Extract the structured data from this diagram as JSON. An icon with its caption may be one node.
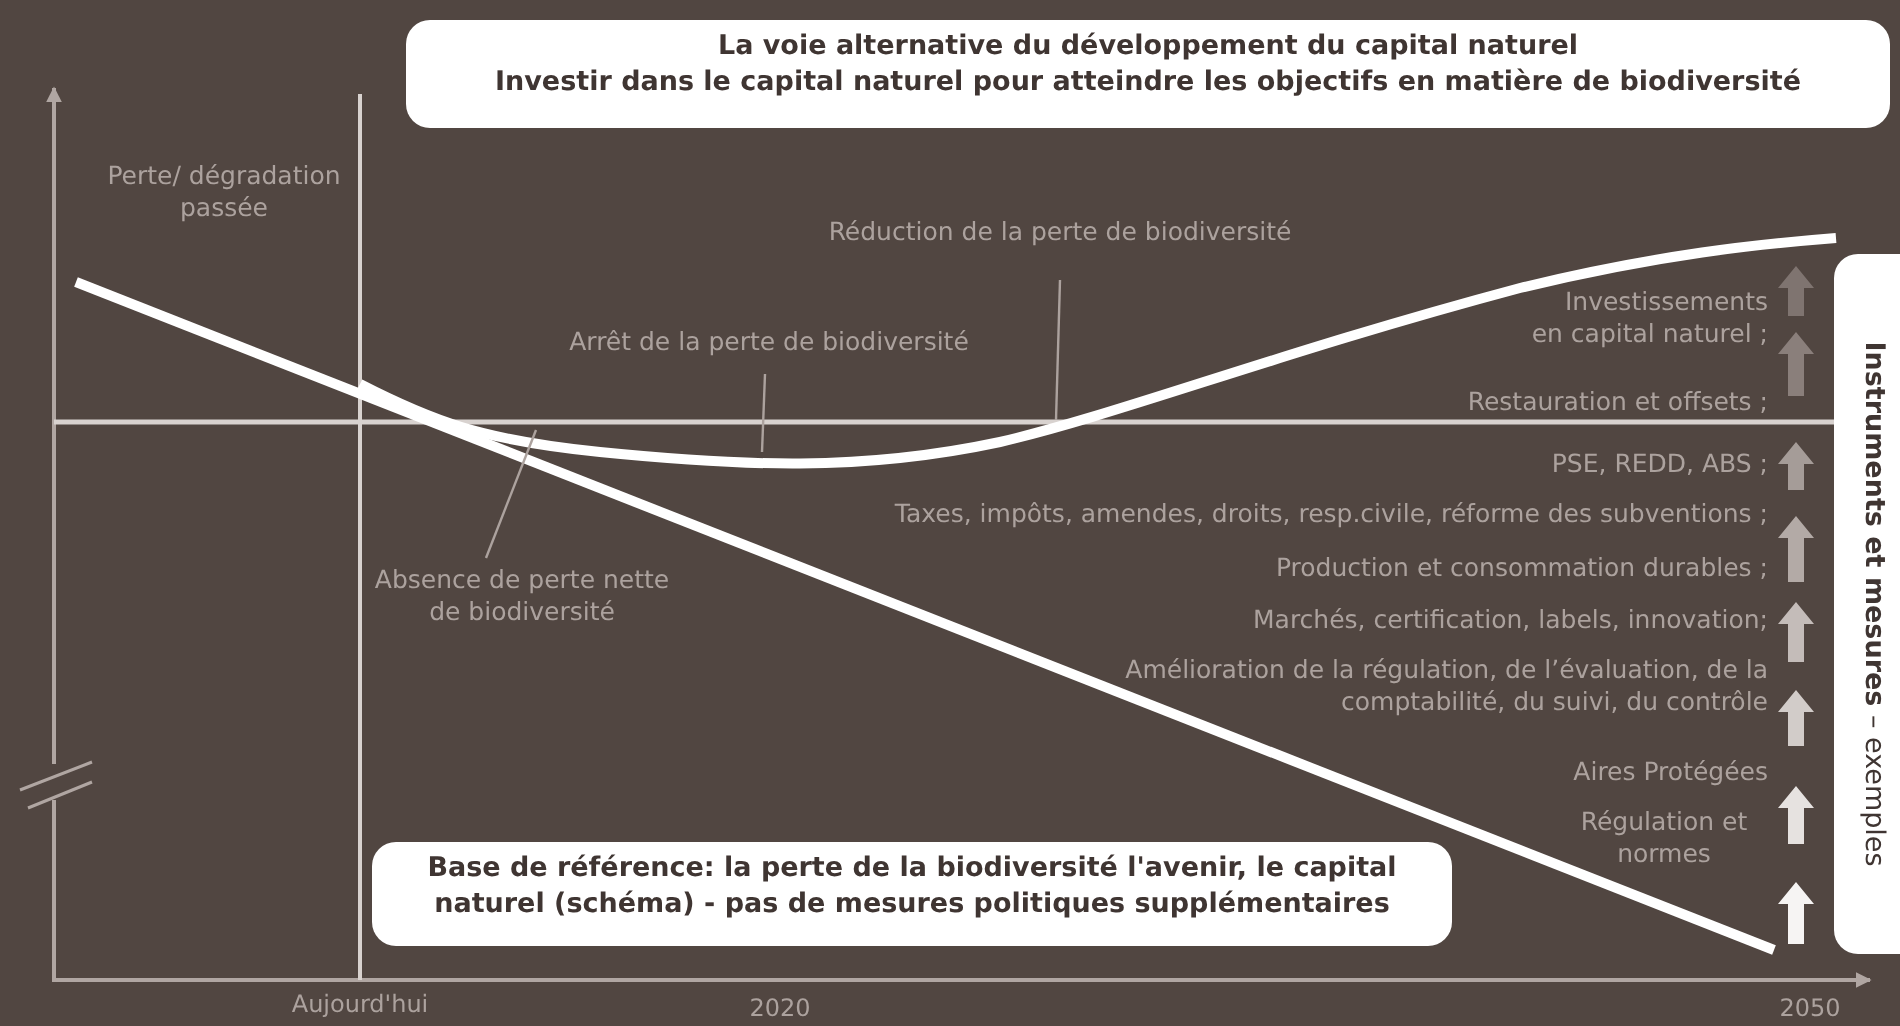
{
  "diagram": {
    "nodes": [
      {
        "text": [
          "La voie alternative du développement du capital naturel",
          "Investir dans le capital naturel pour atteindre les objectifs en matière de biodiversité"
        ]
      },
      {
        "text": [
          "Base de référence: la perte de la biodiversité l'avenir, le capital naturel (schéma) - pas de mesures politiques supplémentaires"
        ]
      },
      {
        "text": [
          "**Instruments et mesures** – exemples"
        ]
      },
      {
        "text": [
          "Réduction de la perte de biodiversité"
        ]
      },
      {
        "text": [
          "Arrêt de la perte de biodiversité"
        ]
      },
      {
        "text": [
          "Absence de perte nette de biodiversité"
        ]
      }
    ],
    "edges": [
      {
        "from": 3,
        "to": null,
        "arrow": "none"
      },
      {
        "from": 4,
        "to": null,
        "arrow": "none"
      },
      {
        "from": 5,
        "to": null,
        "arrow": "none"
      }
    ],
    "labels": [
      "Perte/ dégradation passée",
      "Investissements en capital naturel ;",
      "Restauration et offsets ;",
      "PSE, REDD, ABS ;",
      "Taxes, impôts, amendes, droits, resp.civile, réforme des subventions ;",
      "Production et consommation durables ;",
      "Marchés, certification, labels, innovation;",
      "Amélioration de la régulation, de l’évaluation, de la comptabilité, du suivi, du contrôle",
      "Aires Protégées",
      "Régulation et normes",
      "Aujourd'hui",
      "2020",
      "2050"
    ]
  }
}
